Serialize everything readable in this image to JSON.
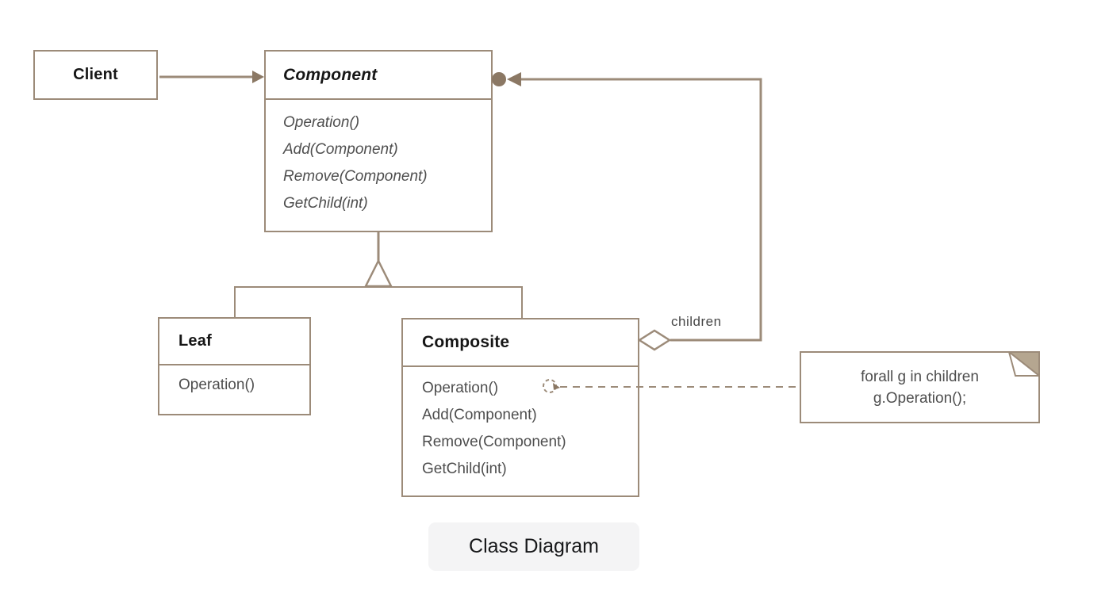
{
  "labels": {
    "children": "children",
    "badge": "Class Diagram"
  },
  "classes": {
    "client": {
      "title": "Client"
    },
    "component": {
      "title": "Component",
      "methods": [
        "Operation()",
        "Add(Component)",
        "Remove(Component)",
        "GetChild(int)"
      ]
    },
    "leaf": {
      "title": "Leaf",
      "methods": [
        "Operation()"
      ]
    },
    "composite": {
      "title": "Composite",
      "methods": [
        "Operation()",
        "Add(Component)",
        "Remove(Component)",
        "GetChild(int)"
      ]
    }
  },
  "note": {
    "line1": "forall g in children",
    "line2": "g.Operation();"
  },
  "colors": {
    "line": "#9c8b79",
    "arrow": "#8b7864",
    "title_text": "#161616",
    "method_text": "#4e4e4e",
    "children_text": "#474747",
    "note_fold": "#b5a690",
    "badge_bg": "#f4f4f5",
    "badge_text": "#17181a",
    "background": "#ffffff"
  }
}
